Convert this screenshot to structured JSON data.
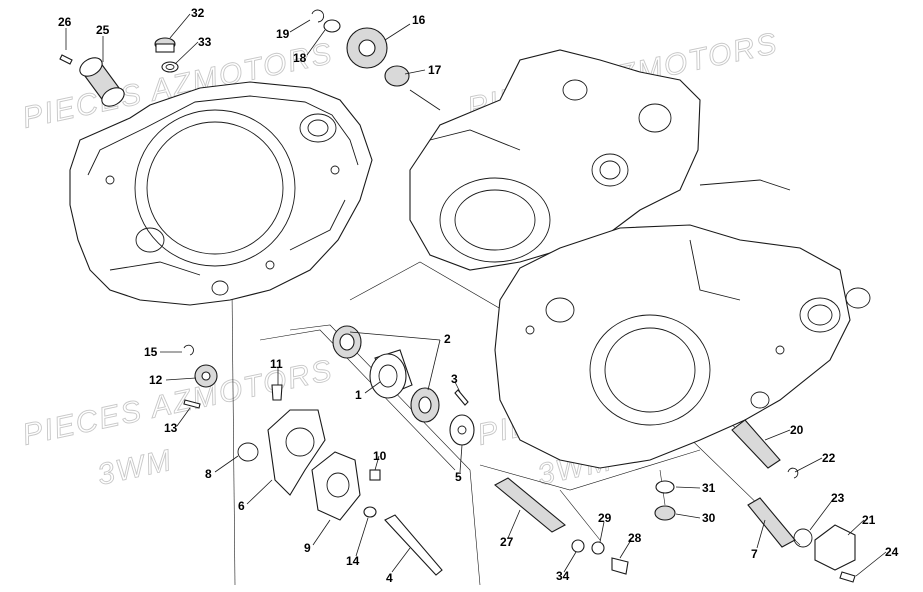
{
  "watermark": {
    "line1": "PIECES AZMOTORS",
    "line2": "3WM"
  },
  "callouts": {
    "c1": "1",
    "c2": "2",
    "c3": "3",
    "c4": "4",
    "c5": "5",
    "c6": "6",
    "c7": "7",
    "c8": "8",
    "c9": "9",
    "c10": "10",
    "c11": "11",
    "c12": "12",
    "c13": "13",
    "c14": "14",
    "c15": "15",
    "c16": "16",
    "c17": "17",
    "c18": "18",
    "c19": "19",
    "c20": "20",
    "c21": "21",
    "c22": "22",
    "c23": "23",
    "c24": "24",
    "c25": "25",
    "c26": "26",
    "c27": "27",
    "c28": "28",
    "c29": "29",
    "c30": "30",
    "c31": "31",
    "c32": "32",
    "c33": "33",
    "c34": "34"
  }
}
